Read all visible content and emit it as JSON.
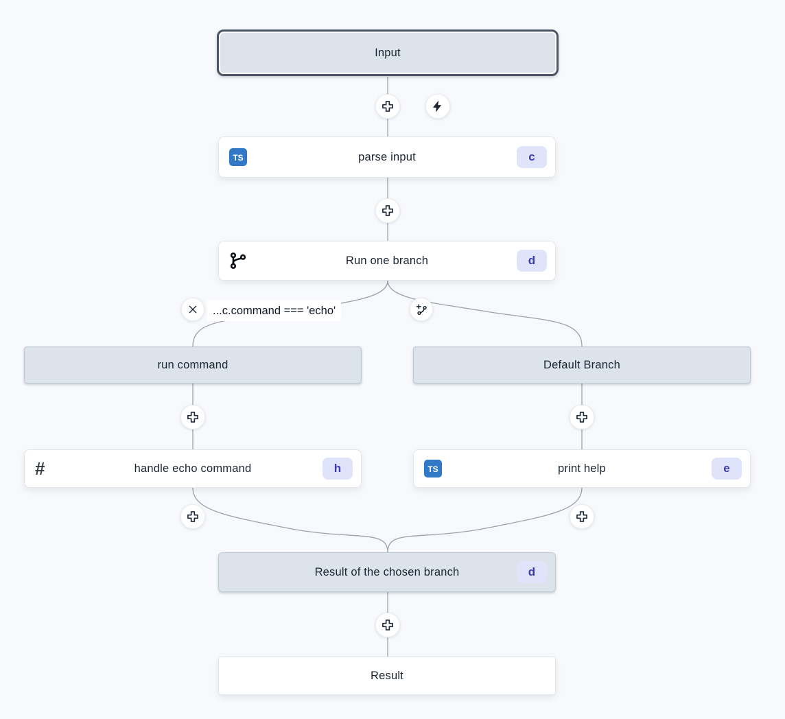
{
  "flow": {
    "input": {
      "label": "Input"
    },
    "parse_input": {
      "label": "parse input",
      "badge": "c"
    },
    "run_one_branch": {
      "label": "Run one branch",
      "badge": "d"
    },
    "branch_condition": {
      "label": "...c.command === 'echo'"
    },
    "branches": {
      "left_header": {
        "label": "run command"
      },
      "right_header": {
        "label": "Default Branch"
      },
      "handle_echo": {
        "label": "handle echo command",
        "badge": "h"
      },
      "print_help": {
        "label": "print help",
        "badge": "e"
      }
    },
    "result_branch": {
      "label": "Result of the chosen branch",
      "badge": "d"
    },
    "result": {
      "label": "Result"
    }
  },
  "icons": {
    "typescript": "TS",
    "hash": "#"
  },
  "colors": {
    "canvas_bg": "#f7f9fc",
    "node_gray_bg": "#dde3ea",
    "selected_border": "#4b5563",
    "badge_bg": "#dfe4fb",
    "badge_text": "#3b3bab",
    "ts_blue": "#3178c6",
    "wire": "#9aa1ab"
  }
}
